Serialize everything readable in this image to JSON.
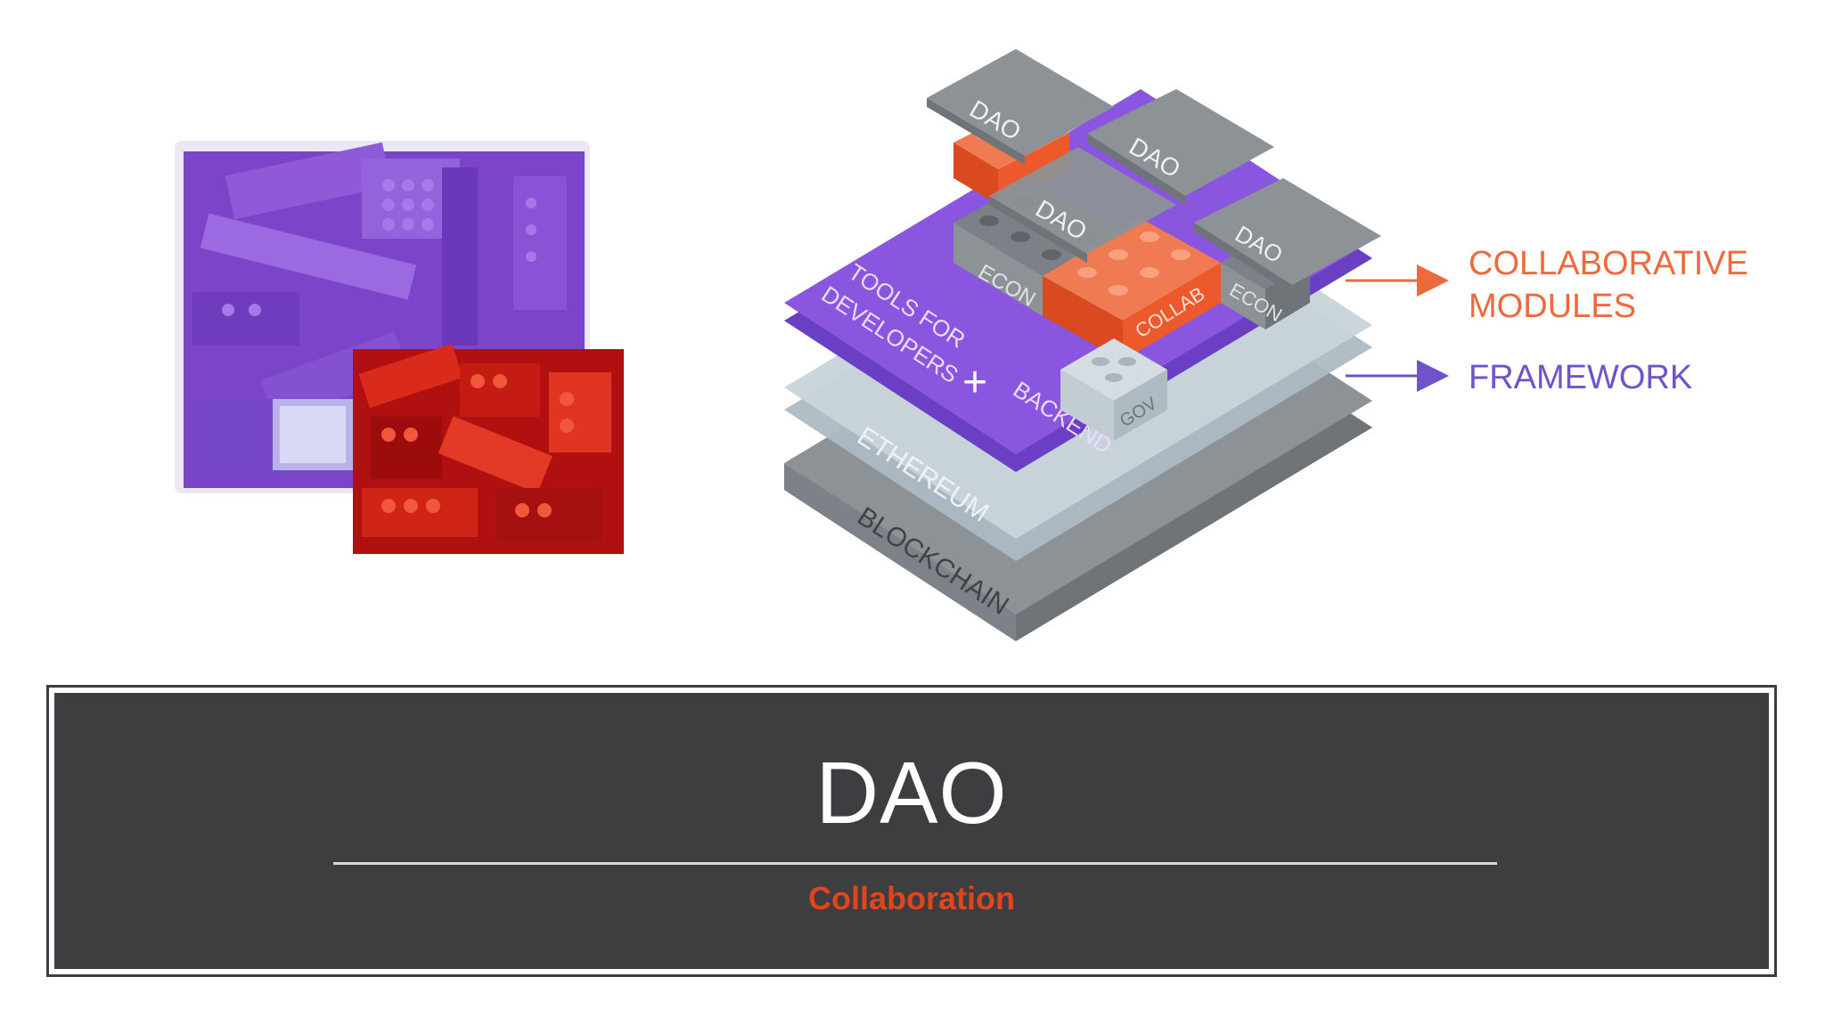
{
  "slide": {
    "title": "DAO",
    "subtitle": "Collaboration"
  },
  "diagram": {
    "tiles": {
      "dao_1": "DAO",
      "dao_2": "DAO",
      "dao_3": "DAO",
      "dao_4": "DAO",
      "econ_1": "ECON",
      "econ_2": "ECON",
      "collab": "COLLAB",
      "gov": "GOV"
    },
    "layers": {
      "framework_line1": "TOOLS FOR",
      "framework_line2": "DEVELOPERS",
      "plus": "+",
      "backend": "BACKEND",
      "ethereum": "ETHEREUM",
      "blockchain": "BLOCKCHAIN"
    },
    "labels": {
      "collaborative_line1": "COLLABORATIVE",
      "collaborative_line2": "MODULES",
      "framework": "FRAMEWORK"
    },
    "colors": {
      "purple": "#8a56e0",
      "orange": "#ec5a2b",
      "gray_dark": "#8c9296",
      "gray_light": "#c8d3da",
      "label_orange": "#ed6a3c",
      "label_purple": "#6f53c9"
    }
  },
  "photos": {
    "left": "purple lego bricks photo",
    "right": "red lego bricks photo"
  }
}
